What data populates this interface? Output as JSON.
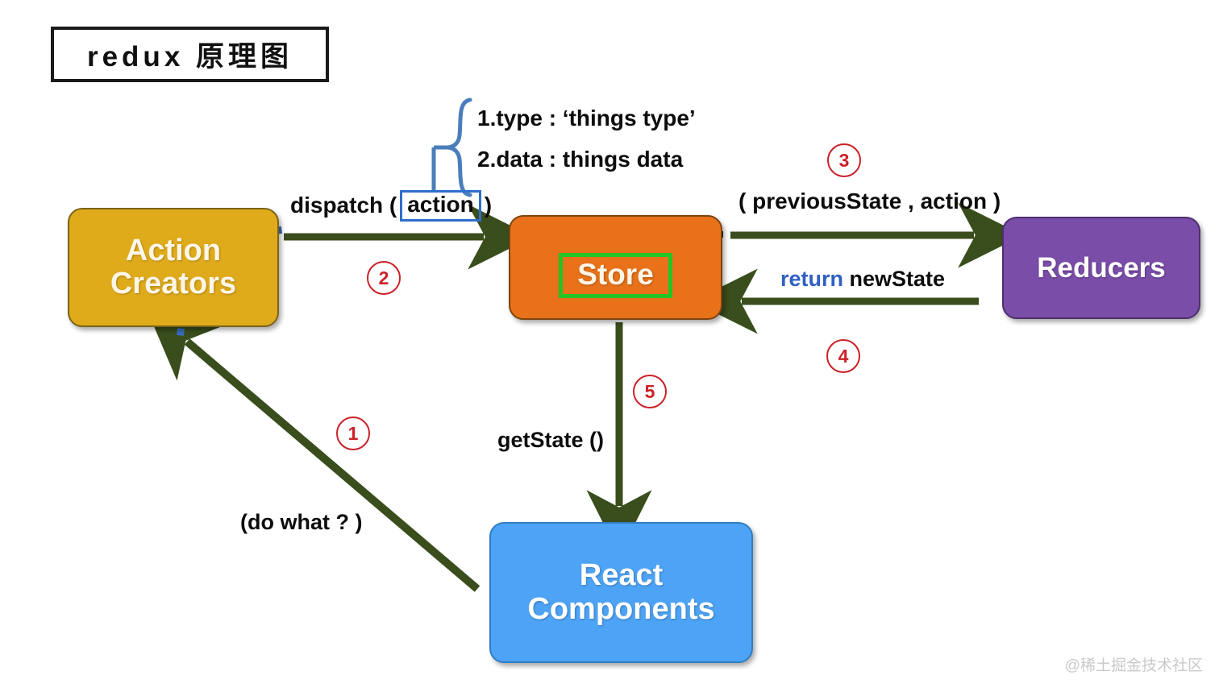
{
  "title": {
    "text": "redux 原理图"
  },
  "nodes": {
    "action_creators": {
      "label": "Action\nCreators",
      "color": "#e0ab1b"
    },
    "store": {
      "label": "Store",
      "color": "#e8711a",
      "inner_border_color": "#24c424"
    },
    "reducers": {
      "label": "Reducers",
      "color": "#7a4da8"
    },
    "react_components": {
      "label": "React\nComponents",
      "color": "#4da3f5"
    }
  },
  "annotations": {
    "brace_line_1": "1.type : ‘things type’",
    "brace_line_2": "2.data :  things data",
    "dispatch_prefix": "dispatch (",
    "dispatch_action": "action",
    "dispatch_suffix": ")",
    "previous_state": "( previousState , action )",
    "return_keyword": "return",
    "return_value": "newState",
    "get_state": "getState ()",
    "do_what": "(do what ? )"
  },
  "steps": [
    {
      "number": "1"
    },
    {
      "number": "2"
    },
    {
      "number": "3"
    },
    {
      "number": "4"
    },
    {
      "number": "5"
    }
  ],
  "colors": {
    "arrow_green": "#3a4d1c",
    "step_red": "#cc2128",
    "brace_blue": "#4a7ebb",
    "dotted_blue": "#3a6bb5",
    "store_dash_black": "#111111"
  },
  "watermark": {
    "text": "@稀土掘金技术社区"
  }
}
